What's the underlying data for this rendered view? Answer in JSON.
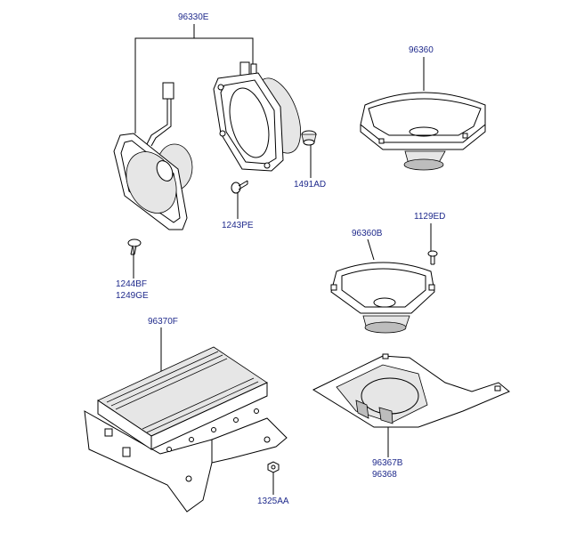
{
  "labels": {
    "p96330E": "96330E",
    "p96360": "96360",
    "p1491AD": "1491AD",
    "p1243PE": "1243PE",
    "p1129ED": "1129ED",
    "p96360B": "96360B",
    "p1244BF": "1244BF",
    "p1249GE": "1249GE",
    "p96370F": "96370F",
    "p96367B": "96367B",
    "p96368": "96368",
    "p1325AA": "1325AA"
  },
  "colors": {
    "label": "#1f2a8c",
    "line": "#000000"
  }
}
